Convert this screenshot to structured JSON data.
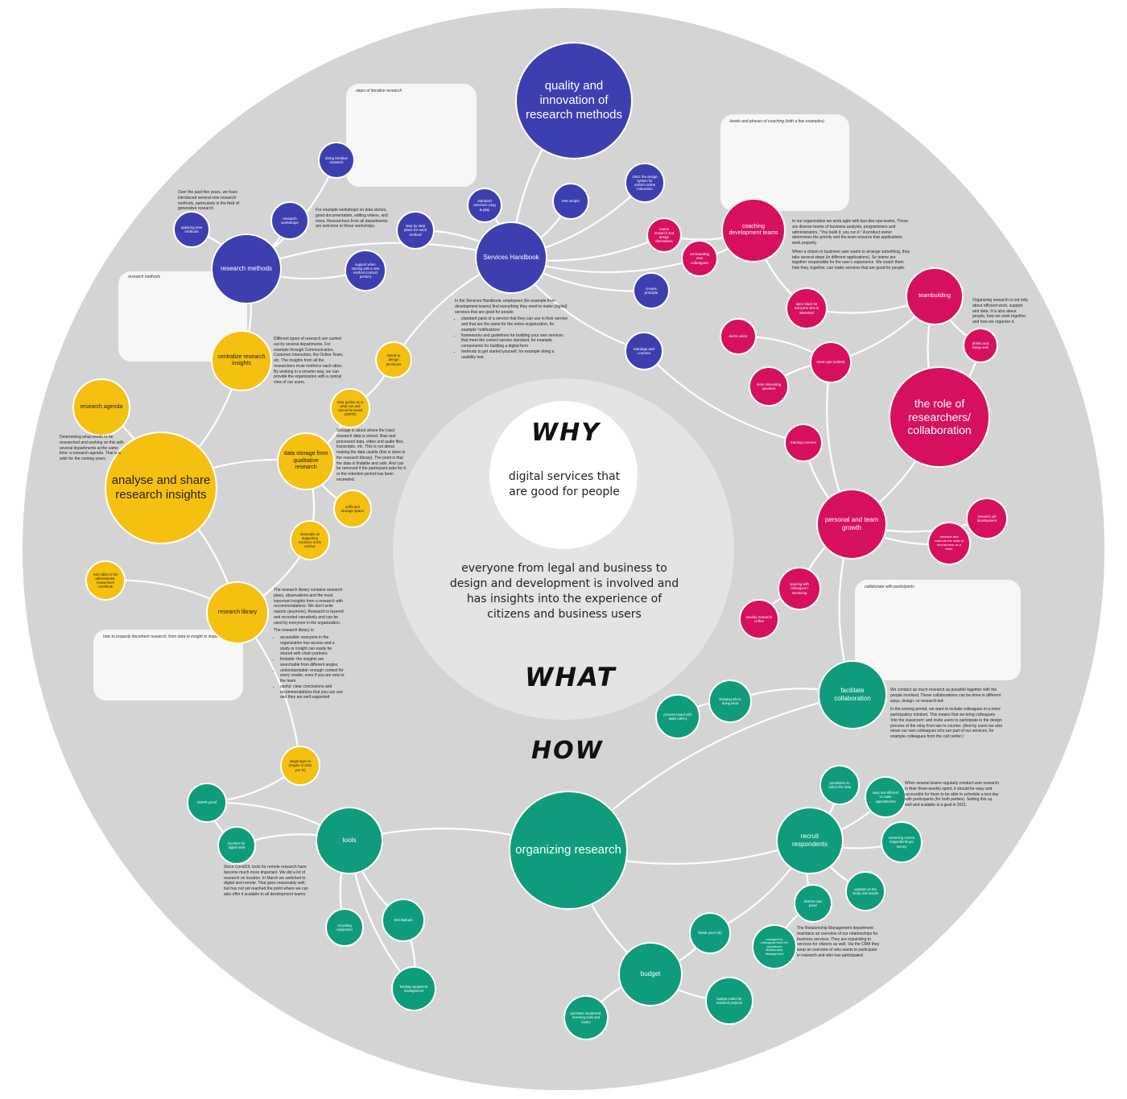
{
  "center": {
    "why": "WHY",
    "what": "WHAT",
    "how": "HOW",
    "why_text": "digital services that are good for people",
    "what_text": "everyone from legal and business to design and development is involved and has insights into the experience of citizens and business users"
  },
  "colors": {
    "background_ring": "#d4d4d4",
    "inner_ring": "#e4e4e4",
    "core": "#ffffff",
    "blue": "#3d3fb0",
    "pink": "#d6105f",
    "yellow": "#f5c00f",
    "green": "#0f9c7c"
  },
  "nodes": {
    "quality": "quality and innovation of research methods",
    "services_handbook": "Services Handbook",
    "research_methods": "research methods",
    "doing_iterative": "doing iterative research",
    "applying_new": "applying new methods",
    "research_workshops": "research workshops",
    "step_by_step": "step by step plans for each method",
    "standard_services": "standard services: plug & play",
    "test_scripts": "test scripts",
    "uno": "UNO: the design system for uniform online interaction",
    "support_new": "support when starting with a new method (contact person)",
    "four_eyes": "4-eyes principle",
    "trainings": "trainings and courses",
    "role": "the role of researchers/ collaboration",
    "coaching": "coaching development teams",
    "teams_research": "teams research and design themselves",
    "onboarding": "on-boarding new colleagues",
    "teambuilding": "teambuilding",
    "open_slack": "open Slack for everyone who is interested",
    "drinks": "drinks and hang-outs",
    "invite_users": "invite users",
    "meetups": "meet-ups (online)",
    "invite_speakers": "invite interesting speakers",
    "training_courses": "training courses",
    "personal_growth": "personal and team growth",
    "research_job": "research job development",
    "describe_skills": "describe and evaluate the skills of researchers as a team",
    "sparring": "sparring with colleagues / mentoring",
    "weekly_coffee": "weekly research coffee",
    "facilitate": "facilitate collaboration",
    "knowing_who": "knowing who's doing what",
    "process_board": "process board with tasks (JIRA)",
    "analyse": "analyse and share research insights",
    "research_agenda": "research agenda",
    "centralize": "centralize research insights",
    "linked_design": "linked to design decisions",
    "clear_guides": "clear guides as to what can and cannot be saved (GDPR)",
    "data_storage": "data storage from qualitative research",
    "sufficient_storage": "sufficient storage space",
    "shareable": "shareable as supporting evidence in the archive",
    "web_editor": "web editor is the administrator, researchers contribute",
    "research_library": "research library",
    "sso": "single-sign-on (maybe in 2021 yes :D)",
    "organizing": "organizing research",
    "tools": "tools",
    "gdpr_proof": "GDPR-proof",
    "licenses": "licenses for digital tools",
    "recording": "recording equipment",
    "test_laptops": "test laptops",
    "lending": "lending equipment management",
    "budget": "budget",
    "purchase": "purchase equipment, licensing tools and books",
    "budget_codes": "budget codes for research projects",
    "thank_you": "thank you's (€)",
    "recruit": "recruit respondents",
    "permission": "permission to collect the data",
    "easy_efficient": "easy and efficient to make appointments",
    "screening": "screening correct respondents per survey",
    "updates": "updates on the study and results",
    "diverse_panel": "diverse user panel",
    "managed_by": "managed by colleagues from the department Relationship Management"
  },
  "notes": {
    "research_methods_note": "Over the past five years, we have introduced several new research methods, particularly in the field of generative research.",
    "workshops_note": "For example workshops on data stories, good documentation, editing videos, and more. Researchers from all departments are welcome to these workshops.",
    "handbook_note": "In the Services Handbook, employees (for example from development teams) find everything they need to make (digital) services that are good for people.",
    "handbook_bullets": [
      "standard parts of a service that they can use in their service and that are the same for the entire organization, for example 'notifications'",
      "frameworks and guidelines for building your own services that meet the correct service standard, for example components for building a digital form",
      "methods to get started yourself, for example doing a usability test"
    ],
    "coaching_note": "In our organization we work agile with bus-dev-ops-teams. These are diverse teams of business analysts, programmers and administrators. \"You build it, you run it.\" A product owner determines the priority and the team ensures that applications work properly.",
    "coaching_note2": "When a citizen or business user wants to arrange something, they take several steps (in different applications). So teams are together responsible for the user's experience. We coach them how they, together, can make services that are good for people.",
    "teambuilding_note": "Organizing research is not only about efficient work, support and data. It is also about people, how we work together and how we organize it.",
    "centralize_note": "Different types of research are carried out by several departments. For example through Communication, Customer interaction, the Online Team, etc. The insights from all the researchers must reinforce each other. By working in a smarter way, we can provide the organization with a central view of our users.",
    "agenda_note": "Determining what needs to be researched and working on this with several departments at the same time: a research agenda. That is a wish for the coming years.",
    "storage_note": "Storage is about where the (raw) research data is stored. Raw and processed data, video and audio files, transcripts, etc. This is not about making the data usable (this is done in the research library). The point is that the data is findable and safe. And can be removed if the participant asks for it or the retention period has been exceeded.",
    "library_note": "The research library contains research plans, observations and the most important insights from a research with recommendations. We don't write reports (anymore). Research is layered and recorded narratively and can be used by everyone in the organization.",
    "library_intro": "The research library is:",
    "library_bullets": [
      "accessible: everyone in the organization has access and a study or insight can easily be shared with chain partners",
      "findable: the insights are searchable from different angles",
      "understandable: enough context for every reader, even if you are new to the team",
      "useful: clear conclusions and recommendations that you can use and they are well supported"
    ],
    "facilitate_note": "We conduct as much research as possible together with the people involved. These collaborations can be done in different ways, design- or research-led.",
    "facilitate_note2": "In the coming period, we want to include colleagues in a more participatory mindset. This means that we bring colleagues 'into the classroom' and invite users to participate in the design process of the relay from law to counter. (And by users we also mean our own colleagues who are part of our services, for example colleagues from the call center.)",
    "recruit_note": "When several teams regularly conduct user research in their three-weekly sprint, it should be easy and accessible for them to be able to schedule a test day with participants (for both parties). Setting this up well and scalable is a goal in 2021.",
    "relationship_note": "The Relationship Management department maintains an overview of our relationships for business services. They are expanding to services for citizens as well. Via the CRM they keep an overview of who wants to participate in research and who has participated.",
    "tools_note": "Since Covid19, tools for remote research have become much more important. We did a lot of research on location. In March we switched to digital and remote. That goes reasonably well, but has not yet reached the point where we can also offer it scalable to all development teams."
  },
  "cards": {
    "iterative_title": "steps of iterative research",
    "methods_title": "research methods",
    "coaching_title": "levels and phases of coaching (with a few examples)",
    "participants_title": "collaborate with participants",
    "document_title": "how to properly document research, from data to insight to impact"
  }
}
